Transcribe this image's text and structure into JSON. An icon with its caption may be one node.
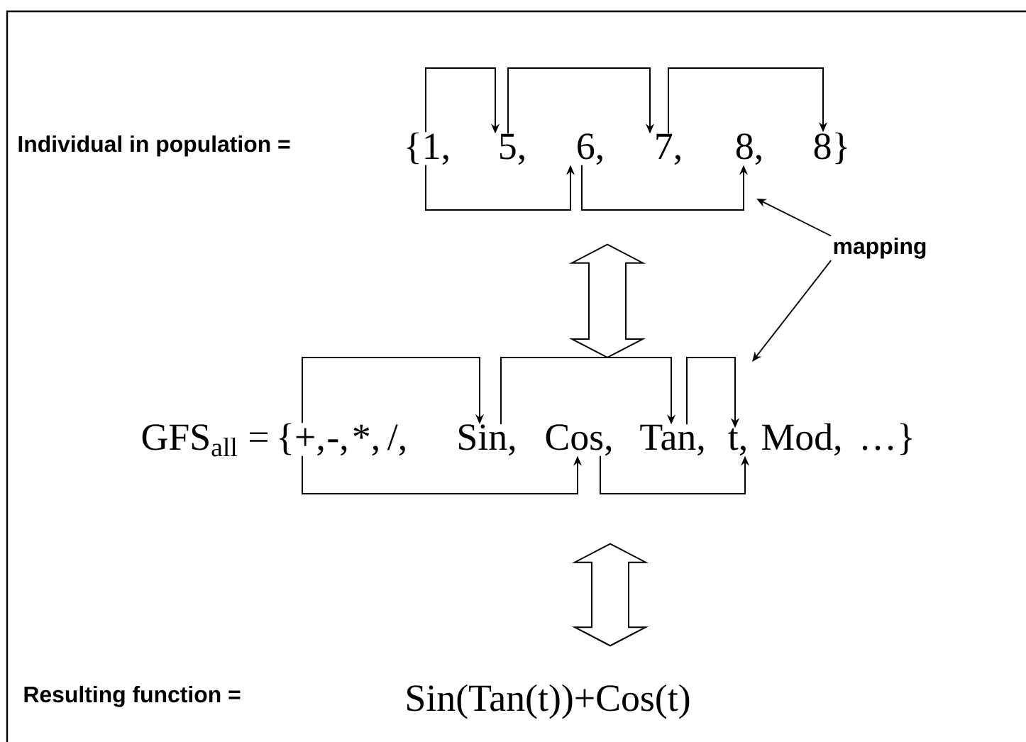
{
  "diagram": {
    "nodes": [
      {
        "text": [
          "{1,"
        ]
      },
      {
        "text": [
          "5,"
        ]
      },
      {
        "text": [
          "6,"
        ]
      },
      {
        "text": [
          "7,"
        ]
      },
      {
        "text": [
          "8,"
        ]
      },
      {
        "text": [
          "8}"
        ]
      },
      {
        "text": [
          "mapping"
        ]
      },
      {
        "text": [
          "{+,"
        ]
      },
      {
        "text": [
          "-,"
        ]
      },
      {
        "text": [
          "*,"
        ]
      },
      {
        "text": [
          "/,"
        ]
      },
      {
        "text": [
          "Sin,"
        ]
      },
      {
        "text": [
          "Cos,"
        ]
      },
      {
        "text": [
          "Tan,"
        ]
      },
      {
        "text": [
          "t,"
        ]
      },
      {
        "text": [
          "Mod,"
        ]
      },
      {
        "text": [
          "…}"
        ]
      },
      {
        "text": [
          "Sin(Tan(t))+Cos(t)"
        ]
      }
    ],
    "edges": [
      {
        "from": 0,
        "to": 1,
        "arrow": "to"
      },
      {
        "from": 1,
        "to": 3,
        "arrow": "to"
      },
      {
        "from": 3,
        "to": 5,
        "arrow": "to"
      },
      {
        "from": 0,
        "to": 2,
        "arrow": "to"
      },
      {
        "from": 2,
        "to": 4,
        "arrow": "to"
      },
      {
        "from": 6,
        "to": null,
        "arrow": "to"
      },
      {
        "from": 6,
        "to": null,
        "arrow": "to"
      },
      {
        "from": 2,
        "to": 12,
        "arrow": "both",
        "style": "thick"
      },
      {
        "from": 7,
        "to": 11,
        "arrow": "to"
      },
      {
        "from": 11,
        "to": 13,
        "arrow": "to"
      },
      {
        "from": 13,
        "to": 14,
        "arrow": "to"
      },
      {
        "from": 7,
        "to": 12,
        "arrow": "to"
      },
      {
        "from": 12,
        "to": 14,
        "arrow": "to"
      },
      {
        "from": 12,
        "to": 17,
        "arrow": "both",
        "style": "thick"
      }
    ],
    "labels": [
      "Individual in population =",
      "GFS$_{all}$ =",
      "Resulting function ="
    ]
  }
}
